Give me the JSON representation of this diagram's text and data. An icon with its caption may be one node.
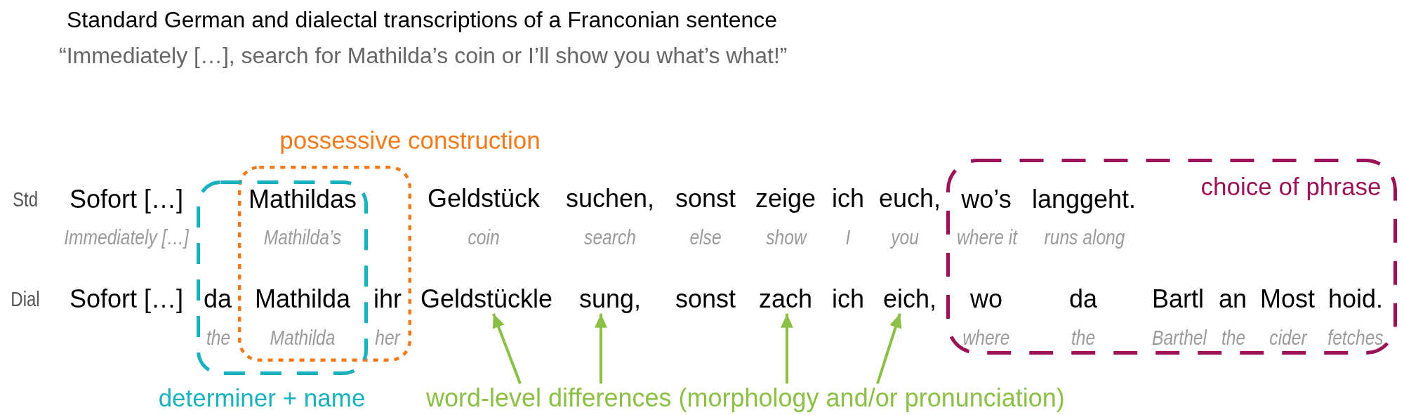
{
  "diagram": {
    "title": "Standard German and dialectal transcriptions of a Franconian sentence",
    "nodes": [
      {
        "text": [
          "possessive construction"
        ]
      },
      {
        "text": [
          "determiner + name"
        ]
      },
      {
        "text": [
          "choice of phrase"
        ]
      },
      {
        "text": [
          "word-level differences (morphology and/or pronunciation)"
        ]
      },
      {
        "text": [
          "Geldstückle"
        ]
      },
      {
        "text": [
          "sung,"
        ]
      },
      {
        "text": [
          "zach"
        ]
      },
      {
        "text": [
          "eich,"
        ]
      }
    ],
    "edges": [
      {
        "from": 3,
        "to": 4,
        "arrow": "to"
      },
      {
        "from": 3,
        "to": 5,
        "arrow": "to"
      },
      {
        "from": 3,
        "to": 6,
        "arrow": "to"
      },
      {
        "from": 3,
        "to": 7,
        "arrow": "to"
      }
    ],
    "labels": [
      "“Immediately […], search for Mathilda’s coin or I’ll show you what’s what!”",
      "Std",
      "Sofort […]",
      "Mathildas",
      "Geldstück",
      "suchen,",
      "sonst",
      "zeige",
      "ich",
      "euch,",
      "wo’s",
      "langgeht.",
      "Immediately […]",
      "Mathilda’s",
      "coin",
      "search",
      "else",
      "show",
      "I",
      "you",
      "where it",
      "runs along",
      "Dial",
      "Sofort […]",
      "da",
      "Mathilda",
      "ihr",
      "sonst",
      "ich",
      "wo",
      "da",
      "Bartl",
      "an",
      "Most",
      "hoid.",
      "the",
      "Mathilda",
      "her",
      "where",
      "the",
      "Barthel",
      "the",
      "cider",
      "fetches"
    ]
  }
}
